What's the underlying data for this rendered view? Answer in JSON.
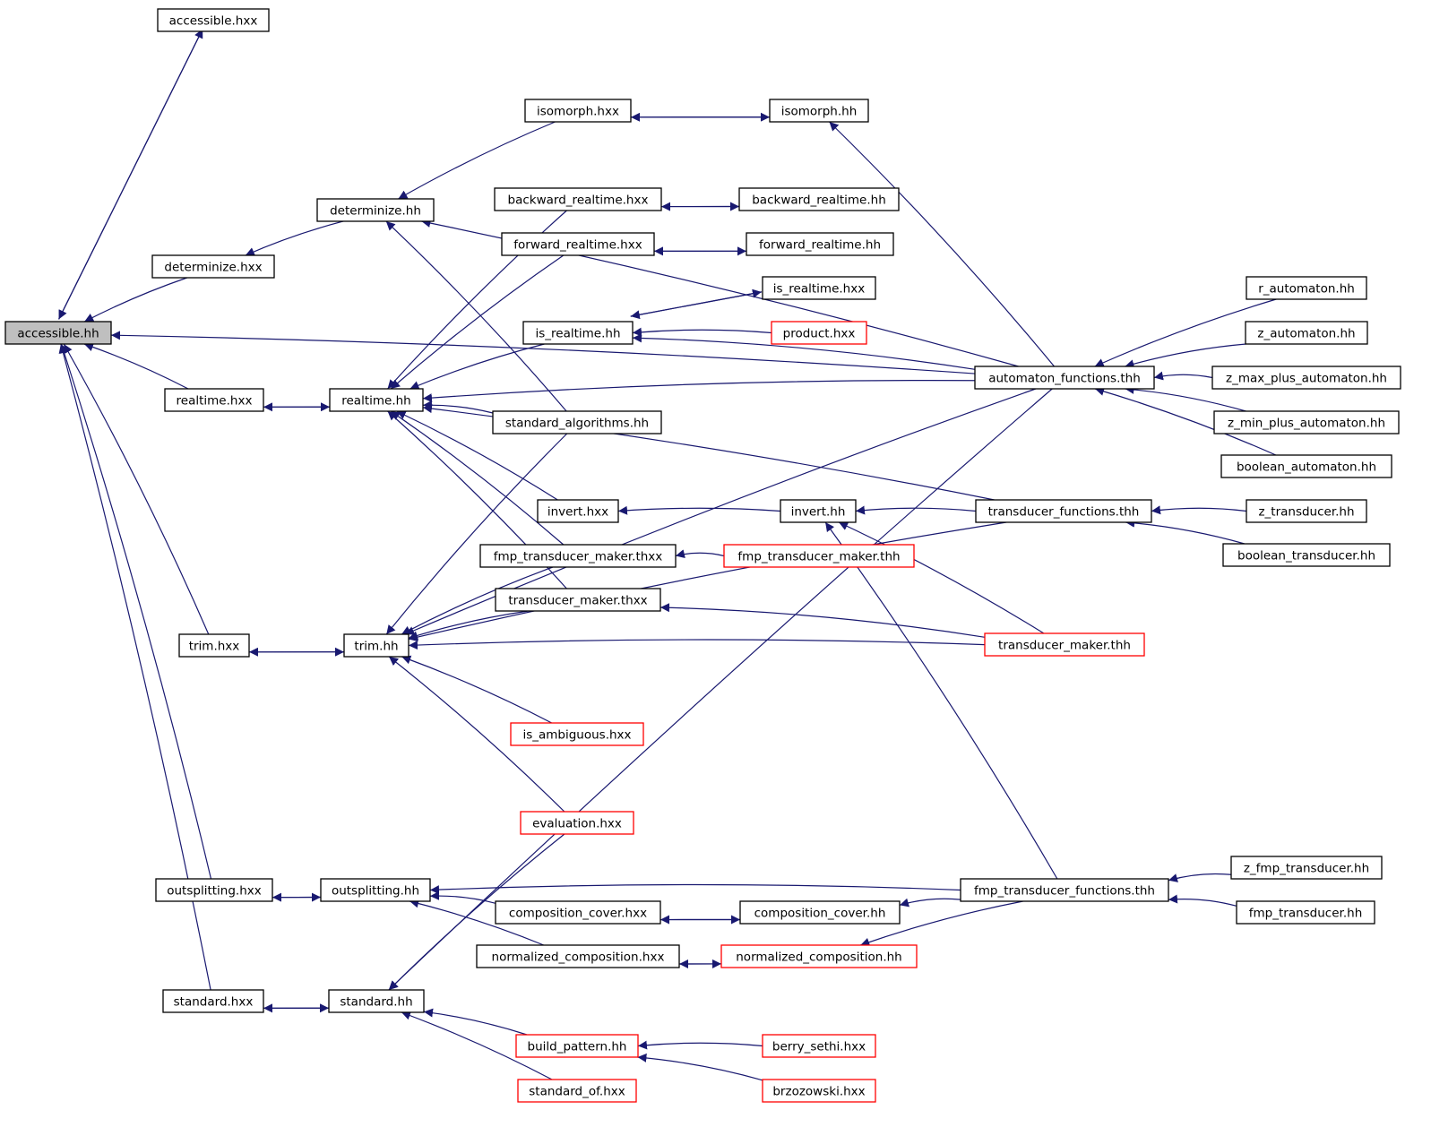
{
  "colors": {
    "edge": "#191970",
    "box_border": "#000000",
    "box_border_red": "#ff0000",
    "root_fill": "#bfbfbf",
    "node_fill": "#ffffff"
  },
  "nodes": [
    {
      "id": "accessible_hh",
      "label": "accessible.hh",
      "style": "root"
    },
    {
      "id": "accessible_hxx",
      "label": "accessible.hxx",
      "style": "normal"
    },
    {
      "id": "determinize_hxx",
      "label": "determinize.hxx",
      "style": "normal"
    },
    {
      "id": "realtime_hxx",
      "label": "realtime.hxx",
      "style": "normal"
    },
    {
      "id": "trim_hxx",
      "label": "trim.hxx",
      "style": "normal"
    },
    {
      "id": "outsplitting_hxx",
      "label": "outsplitting.hxx",
      "style": "normal"
    },
    {
      "id": "standard_hxx",
      "label": "standard.hxx",
      "style": "normal"
    },
    {
      "id": "determinize_hh",
      "label": "determinize.hh",
      "style": "normal"
    },
    {
      "id": "realtime_hh",
      "label": "realtime.hh",
      "style": "normal"
    },
    {
      "id": "trim_hh",
      "label": "trim.hh",
      "style": "normal"
    },
    {
      "id": "outsplitting_hh",
      "label": "outsplitting.hh",
      "style": "normal"
    },
    {
      "id": "standard_hh",
      "label": "standard.hh",
      "style": "normal"
    },
    {
      "id": "isomorph_hxx",
      "label": "isomorph.hxx",
      "style": "normal"
    },
    {
      "id": "backward_realtime_hxx",
      "label": "backward_realtime.hxx",
      "style": "normal"
    },
    {
      "id": "forward_realtime_hxx",
      "label": "forward_realtime.hxx",
      "style": "normal"
    },
    {
      "id": "is_realtime_hh",
      "label": "is_realtime.hh",
      "style": "normal"
    },
    {
      "id": "standard_algorithms_hh",
      "label": "standard_algorithms.hh",
      "style": "normal"
    },
    {
      "id": "invert_hxx",
      "label": "invert.hxx",
      "style": "normal"
    },
    {
      "id": "fmp_transducer_maker_thxx",
      "label": "fmp_transducer_maker.thxx",
      "style": "normal"
    },
    {
      "id": "transducer_maker_thxx",
      "label": "transducer_maker.thxx",
      "style": "normal"
    },
    {
      "id": "is_ambiguous_hxx",
      "label": "is_ambiguous.hxx",
      "style": "red"
    },
    {
      "id": "evaluation_hxx",
      "label": "evaluation.hxx",
      "style": "red"
    },
    {
      "id": "composition_cover_hxx",
      "label": "composition_cover.hxx",
      "style": "normal"
    },
    {
      "id": "normalized_composition_hxx",
      "label": "normalized_composition.hxx",
      "style": "normal"
    },
    {
      "id": "build_pattern_hh",
      "label": "build_pattern.hh",
      "style": "red"
    },
    {
      "id": "standard_of_hxx",
      "label": "standard_of.hxx",
      "style": "red"
    },
    {
      "id": "isomorph_hh",
      "label": "isomorph.hh",
      "style": "normal"
    },
    {
      "id": "backward_realtime_hh",
      "label": "backward_realtime.hh",
      "style": "normal"
    },
    {
      "id": "forward_realtime_hh",
      "label": "forward_realtime.hh",
      "style": "normal"
    },
    {
      "id": "is_realtime_hxx",
      "label": "is_realtime.hxx",
      "style": "normal"
    },
    {
      "id": "product_hxx",
      "label": "product.hxx",
      "style": "red"
    },
    {
      "id": "invert_hh",
      "label": "invert.hh",
      "style": "normal"
    },
    {
      "id": "fmp_transducer_maker_thh",
      "label": "fmp_transducer_maker.thh",
      "style": "red"
    },
    {
      "id": "composition_cover_hh",
      "label": "composition_cover.hh",
      "style": "normal"
    },
    {
      "id": "normalized_composition_hh",
      "label": "normalized_composition.hh",
      "style": "red"
    },
    {
      "id": "berry_sethi_hxx",
      "label": "berry_sethi.hxx",
      "style": "red"
    },
    {
      "id": "brzozowski_hxx",
      "label": "brzozowski.hxx",
      "style": "red"
    },
    {
      "id": "automaton_functions_thh",
      "label": "automaton_functions.thh",
      "style": "normal"
    },
    {
      "id": "transducer_functions_thh",
      "label": "transducer_functions.thh",
      "style": "normal"
    },
    {
      "id": "transducer_maker_thh",
      "label": "transducer_maker.thh",
      "style": "red"
    },
    {
      "id": "fmp_transducer_functions_thh",
      "label": "fmp_transducer_functions.thh",
      "style": "normal"
    },
    {
      "id": "r_automaton_hh",
      "label": "r_automaton.hh",
      "style": "normal"
    },
    {
      "id": "z_automaton_hh",
      "label": "z_automaton.hh",
      "style": "normal"
    },
    {
      "id": "z_max_plus_automaton_hh",
      "label": "z_max_plus_automaton.hh",
      "style": "normal"
    },
    {
      "id": "z_min_plus_automaton_hh",
      "label": "z_min_plus_automaton.hh",
      "style": "normal"
    },
    {
      "id": "boolean_automaton_hh",
      "label": "boolean_automaton.hh",
      "style": "normal"
    },
    {
      "id": "z_transducer_hh",
      "label": "z_transducer.hh",
      "style": "normal"
    },
    {
      "id": "boolean_transducer_hh",
      "label": "boolean_transducer.hh",
      "style": "normal"
    },
    {
      "id": "z_fmp_transducer_hh",
      "label": "z_fmp_transducer.hh",
      "style": "normal"
    },
    {
      "id": "fmp_transducer_hh",
      "label": "fmp_transducer.hh",
      "style": "normal"
    }
  ],
  "edges": [
    {
      "from": "accessible_hxx",
      "to": "accessible_hh"
    },
    {
      "from": "accessible_hh",
      "to": "accessible_hxx"
    },
    {
      "from": "automaton_functions_thh",
      "to": "accessible_hh"
    },
    {
      "from": "determinize_hxx",
      "to": "accessible_hh"
    },
    {
      "from": "realtime_hxx",
      "to": "accessible_hh"
    },
    {
      "from": "trim_hxx",
      "to": "accessible_hh"
    },
    {
      "from": "outsplitting_hxx",
      "to": "accessible_hh"
    },
    {
      "from": "standard_hxx",
      "to": "accessible_hh"
    },
    {
      "from": "determinize_hh",
      "to": "determinize_hxx"
    },
    {
      "from": "isomorph_hxx",
      "to": "determinize_hh"
    },
    {
      "from": "automaton_functions_thh",
      "to": "determinize_hh"
    },
    {
      "from": "standard_algorithms_hh",
      "to": "determinize_hh"
    },
    {
      "from": "realtime_hh",
      "to": "realtime_hxx"
    },
    {
      "from": "realtime_hxx",
      "to": "realtime_hh"
    },
    {
      "from": "backward_realtime_hxx",
      "to": "realtime_hh"
    },
    {
      "from": "forward_realtime_hxx",
      "to": "realtime_hh"
    },
    {
      "from": "is_realtime_hh",
      "to": "realtime_hh"
    },
    {
      "from": "automaton_functions_thh",
      "to": "realtime_hh"
    },
    {
      "from": "standard_algorithms_hh",
      "to": "realtime_hh"
    },
    {
      "from": "transducer_functions_thh",
      "to": "realtime_hh"
    },
    {
      "from": "invert_hxx",
      "to": "realtime_hh"
    },
    {
      "from": "fmp_transducer_maker_thxx",
      "to": "realtime_hh"
    },
    {
      "from": "transducer_maker_thxx",
      "to": "realtime_hh"
    },
    {
      "from": "isomorph_hxx",
      "to": "isomorph_hh"
    },
    {
      "from": "isomorph_hh",
      "to": "isomorph_hxx"
    },
    {
      "from": "automaton_functions_thh",
      "to": "isomorph_hh"
    },
    {
      "from": "backward_realtime_hxx",
      "to": "backward_realtime_hh"
    },
    {
      "from": "backward_realtime_hh",
      "to": "backward_realtime_hxx"
    },
    {
      "from": "forward_realtime_hxx",
      "to": "forward_realtime_hh"
    },
    {
      "from": "forward_realtime_hh",
      "to": "forward_realtime_hxx"
    },
    {
      "from": "is_realtime_hh",
      "to": "is_realtime_hxx"
    },
    {
      "from": "is_realtime_hxx",
      "to": "is_realtime_hh"
    },
    {
      "from": "product_hxx",
      "to": "is_realtime_hh"
    },
    {
      "from": "automaton_functions_thh",
      "to": "is_realtime_hh"
    },
    {
      "from": "invert_hh",
      "to": "invert_hxx"
    },
    {
      "from": "transducer_functions_thh",
      "to": "invert_hh"
    },
    {
      "from": "transducer_maker_thh",
      "to": "invert_hh"
    },
    {
      "from": "fmp_transducer_functions_thh",
      "to": "invert_hh"
    },
    {
      "from": "fmp_transducer_maker_thh",
      "to": "fmp_transducer_maker_thxx"
    },
    {
      "from": "transducer_maker_thh",
      "to": "transducer_maker_thxx"
    },
    {
      "from": "trim_hh",
      "to": "trim_hxx"
    },
    {
      "from": "trim_hxx",
      "to": "trim_hh"
    },
    {
      "from": "standard_algorithms_hh",
      "to": "trim_hh"
    },
    {
      "from": "fmp_transducer_maker_thxx",
      "to": "trim_hh"
    },
    {
      "from": "transducer_maker_thxx",
      "to": "trim_hh"
    },
    {
      "from": "automaton_functions_thh",
      "to": "trim_hh"
    },
    {
      "from": "transducer_functions_thh",
      "to": "trim_hh"
    },
    {
      "from": "transducer_maker_thh",
      "to": "trim_hh"
    },
    {
      "from": "is_ambiguous_hxx",
      "to": "trim_hh"
    },
    {
      "from": "evaluation_hxx",
      "to": "trim_hh"
    },
    {
      "from": "outsplitting_hh",
      "to": "outsplitting_hxx"
    },
    {
      "from": "outsplitting_hxx",
      "to": "outsplitting_hh"
    },
    {
      "from": "fmp_transducer_functions_thh",
      "to": "outsplitting_hh"
    },
    {
      "from": "composition_cover_hxx",
      "to": "outsplitting_hh"
    },
    {
      "from": "normalized_composition_hxx",
      "to": "outsplitting_hh"
    },
    {
      "from": "composition_cover_hxx",
      "to": "composition_cover_hh"
    },
    {
      "from": "composition_cover_hh",
      "to": "composition_cover_hxx"
    },
    {
      "from": "fmp_transducer_functions_thh",
      "to": "composition_cover_hh"
    },
    {
      "from": "normalized_composition_hxx",
      "to": "normalized_composition_hh"
    },
    {
      "from": "normalized_composition_hh",
      "to": "normalized_composition_hxx"
    },
    {
      "from": "fmp_transducer_functions_thh",
      "to": "normalized_composition_hh"
    },
    {
      "from": "standard_hh",
      "to": "standard_hxx"
    },
    {
      "from": "standard_hxx",
      "to": "standard_hh"
    },
    {
      "from": "evaluation_hxx",
      "to": "standard_hh"
    },
    {
      "from": "automaton_functions_thh",
      "to": "standard_hh"
    },
    {
      "from": "build_pattern_hh",
      "to": "standard_hh"
    },
    {
      "from": "standard_of_hxx",
      "to": "standard_hh"
    },
    {
      "from": "berry_sethi_hxx",
      "to": "build_pattern_hh"
    },
    {
      "from": "brzozowski_hxx",
      "to": "build_pattern_hh"
    },
    {
      "from": "r_automaton_hh",
      "to": "automaton_functions_thh"
    },
    {
      "from": "z_automaton_hh",
      "to": "automaton_functions_thh"
    },
    {
      "from": "z_max_plus_automaton_hh",
      "to": "automaton_functions_thh"
    },
    {
      "from": "z_min_plus_automaton_hh",
      "to": "automaton_functions_thh"
    },
    {
      "from": "boolean_automaton_hh",
      "to": "automaton_functions_thh"
    },
    {
      "from": "z_transducer_hh",
      "to": "transducer_functions_thh"
    },
    {
      "from": "boolean_transducer_hh",
      "to": "transducer_functions_thh"
    },
    {
      "from": "z_fmp_transducer_hh",
      "to": "fmp_transducer_functions_thh"
    },
    {
      "from": "fmp_transducer_hh",
      "to": "fmp_transducer_functions_thh"
    }
  ]
}
